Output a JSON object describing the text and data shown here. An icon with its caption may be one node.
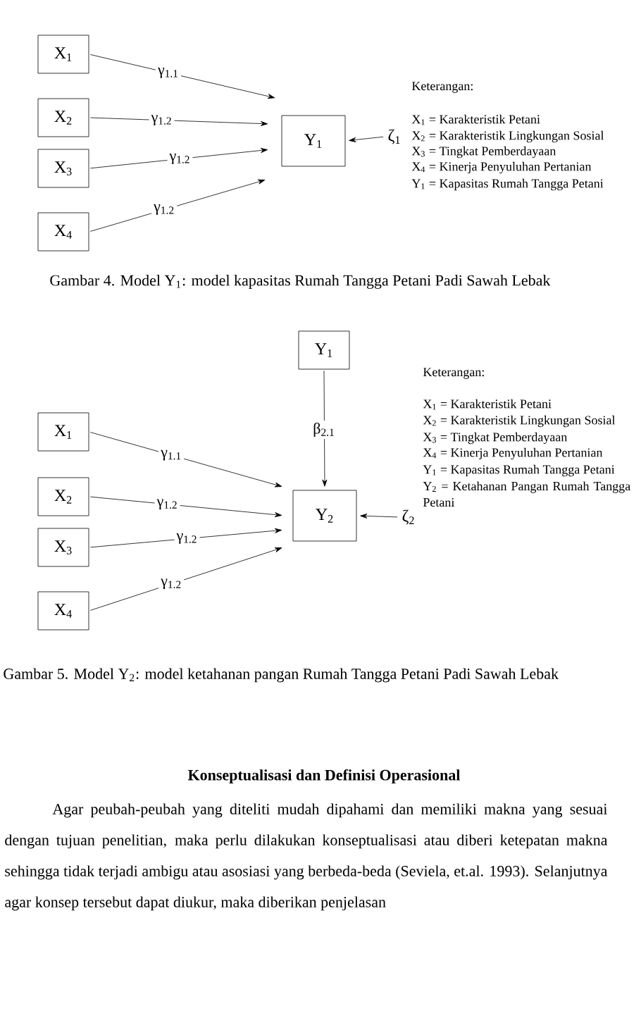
{
  "diagram": {
    "nodes": [
      {
        "text": [
          "X$_{1}$"
        ]
      },
      {
        "text": [
          "X$_{2}$"
        ]
      },
      {
        "text": [
          "X$_{3}$"
        ]
      },
      {
        "text": [
          "X$_{4}$"
        ]
      },
      {
        "text": [
          "Y$_{1}$"
        ]
      },
      {
        "text": [
          "ζ$_{1}$"
        ]
      },
      {
        "text": [
          "Y$_{1}$"
        ]
      },
      {
        "text": [
          "X$_{1}$"
        ]
      },
      {
        "text": [
          "X$_{2}$"
        ]
      },
      {
        "text": [
          "X$_{3}$"
        ]
      },
      {
        "text": [
          "X$_{4}$"
        ]
      },
      {
        "text": [
          "Y$_{2}$"
        ]
      },
      {
        "text": [
          "ζ$_{2}$"
        ]
      }
    ],
    "edges": [
      {
        "from": 0,
        "to": 4,
        "arrow": "to",
        "label": "γ$_{1.1}$"
      },
      {
        "from": 1,
        "to": 4,
        "arrow": "to",
        "label": "γ$_{1.2}$"
      },
      {
        "from": 2,
        "to": 4,
        "arrow": "to",
        "label": "γ$_{1.2}$"
      },
      {
        "from": 3,
        "to": 4,
        "arrow": "to",
        "label": "γ$_{1.2}$"
      },
      {
        "from": 5,
        "to": 4,
        "arrow": "to"
      },
      {
        "from": 6,
        "to": 11,
        "arrow": "to",
        "label": "β$_{2.1}$"
      },
      {
        "from": 7,
        "to": 11,
        "arrow": "to",
        "label": "γ$_{1.1}$"
      },
      {
        "from": 8,
        "to": 11,
        "arrow": "to",
        "label": "γ$_{1.2}$"
      },
      {
        "from": 9,
        "to": 11,
        "arrow": "to",
        "label": "γ$_{1.2}$"
      },
      {
        "from": 10,
        "to": 11,
        "arrow": "to",
        "label": "γ$_{1.2}$"
      },
      {
        "from": 12,
        "to": 11,
        "arrow": "to"
      }
    ],
    "labels": [
      "Keterangan:",
      "X$_{1}$ = Karakteristik Petani",
      "X$_{2}$ = Karakteristik Lingkungan Sosial",
      "X$_{3}$ = Tingkat Pemberdayaan",
      "X$_{4}$ = Kinerja Penyuluhan Pertanian",
      "Y$_{1}$ = Kapasitas Rumah Tangga Petani",
      "Gambar 4.  Model Y$_{1}$:  model kapasitas Rumah Tangga Petani Padi Sawah Lebak",
      "Keterangan:",
      "X$_{1}$ = Karakteristik Petani",
      "X$_{2}$ = Karakteristik Lingkungan Sosial",
      "X$_{3}$ = Tingkat Pemberdayaan",
      "X$_{4}$ = Kinerja Penyuluhan Pertanian",
      "Y$_{1}$ = Kapasitas Rumah Tangga Petani",
      "Y$_{2}$ = Ketahanan Pangan Rumah Tangga Petani",
      "Gambar 5.  Model Y$_{2}$: model ketahanan pangan Rumah Tangga Petani Padi Sawah Lebak",
      "Konseptualisasi dan Definisi Operasional",
      "Agar peubah-peubah yang diteliti mudah dipahami dan memiliki makna yang sesuai dengan tujuan penelitian, maka perlu dilakukan konseptualisasi atau diberi ketepatan makna sehingga tidak terjadi ambigu atau asosiasi yang berbeda-beda (Seviela, et.al. 1993).  Selanjutnya agar konsep tersebut dapat diukur, maka diberikan penjelasan"
    ]
  }
}
